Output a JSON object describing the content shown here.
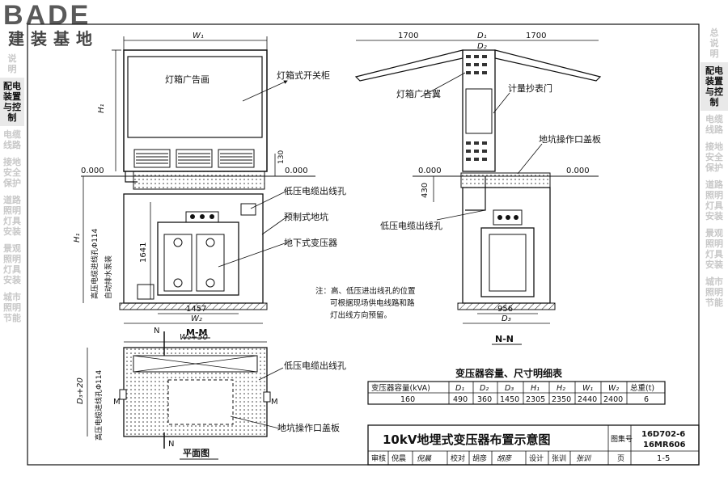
{
  "brand": {
    "logo": "BADE",
    "subtitle": "建装基地"
  },
  "left_tabs": [
    {
      "label": "说\n明",
      "active": false
    },
    {
      "label": "配电\n装置\n与控\n制",
      "active": true
    },
    {
      "label": "电缆\n线路",
      "active": false
    },
    {
      "label": "接地\n安全\n保护",
      "active": false
    },
    {
      "label": "道路\n照明\n灯具\n安装",
      "active": false
    },
    {
      "label": "景观\n照明\n灯具\n安装",
      "active": false
    },
    {
      "label": "城市\n照明\n节能",
      "active": false
    }
  ],
  "right_tabs": [
    {
      "label": "总\n说\n明",
      "active": false
    },
    {
      "label": "配电\n装置\n与控\n制",
      "active": true
    },
    {
      "label": "电缆\n线路",
      "active": false
    },
    {
      "label": "接地\n安全\n保护",
      "active": false
    },
    {
      "label": "道路\n照明\n灯具\n安装",
      "active": false
    },
    {
      "label": "景观\n照明\n灯具\n安装",
      "active": false
    },
    {
      "label": "城市\n照明\n节能",
      "active": false
    }
  ],
  "front_view": {
    "labels": {
      "w1": "W₁",
      "h1": "H₁",
      "h1_lower": "H₁",
      "w2": "W₂",
      "level_left": "0.000",
      "level_right": "0.000",
      "dim_130": "130",
      "dim_1641": "1641",
      "dim_1457": "1457",
      "ad_box": "灯箱广告画",
      "switch_cabinet": "灯箱式开关柜",
      "lv_cable_hole": "低压电缆出线孔",
      "pit": "预制式地坑",
      "transformer": "地下式变压器",
      "hv_hole": "高压电缆进线孔Φ114",
      "pump": "自动排水泵装"
    },
    "section_title": "M-M"
  },
  "side_view": {
    "labels": {
      "dim_1700_left": "1700",
      "dim_1700_right": "1700",
      "d1": "D₁",
      "d2": "D₂",
      "ad_wing": "灯箱广告翼",
      "meter_door": "计量抄表门",
      "pit_cover": "地坑操作口盖板",
      "level_left": "0.000",
      "level_right": "0.000",
      "dim_430": "430",
      "lv_cable_hole": "低压电缆出线孔",
      "dim_956": "956",
      "d3": "D₃"
    },
    "section_title": "N-N"
  },
  "note": {
    "lines": [
      "注：高、低压进出线孔的位置",
      "可根据现场供电线路和路",
      "灯出线方向预留。"
    ]
  },
  "plan_view": {
    "labels": {
      "w2_50": "W₂+50",
      "d3_20": "D₃+20",
      "hv_hole": "高压电缆进线孔Φ114",
      "lv_cable_hole": "低压电缆出线孔",
      "pit_cover": "地坑操作口盖板",
      "n_top": "N",
      "n_bottom": "N",
      "m_left": "M",
      "m_right": "M"
    },
    "title": "平面图"
  },
  "table": {
    "title": "变压器容量、尺寸明细表",
    "headers": [
      "变压器容量(kVA)",
      "D₁",
      "D₂",
      "D₃",
      "H₁",
      "H₂",
      "W₁",
      "W₂",
      "总重(t)"
    ],
    "rows": [
      [
        "160",
        "490",
        "360",
        "1450",
        "2305",
        "2350",
        "2440",
        "2400",
        "6"
      ]
    ]
  },
  "title_block": {
    "title": "10kV地埋式变压器布置示意图",
    "atlas_label": "图集号",
    "atlas_no_1": "16D702-6",
    "atlas_no_2": "16MR606",
    "review": "审核",
    "reviewer": "倪晨",
    "reviewer_sig": "倪晨",
    "check": "校对",
    "checker": "胡彦",
    "checker_sig": "胡彦",
    "design": "设计",
    "designer": "张训",
    "designer_sig": "张训",
    "page_label": "页",
    "page_no": "1-5"
  }
}
